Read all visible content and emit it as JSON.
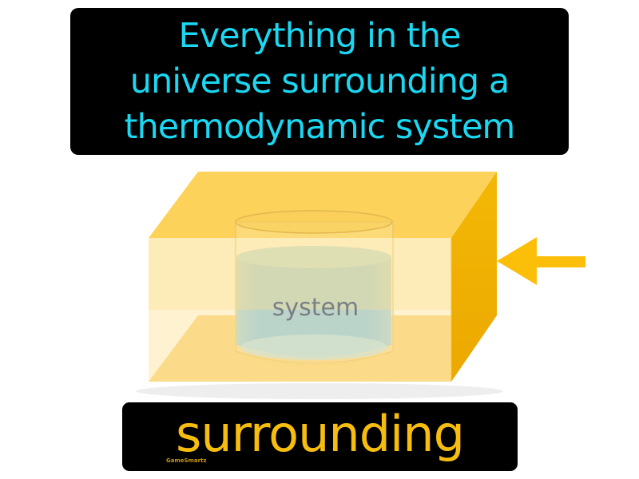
{
  "definition": {
    "lines": [
      "Everything in the",
      "universe surrounding a",
      "thermodynamic system"
    ],
    "text_color": "#1ad8f2",
    "background": "#000000"
  },
  "diagram": {
    "system_label": "system",
    "box_colors": {
      "top": "#fcd25a",
      "front": "#fde08a",
      "side": "#f2b705",
      "floor": "#fad67e"
    },
    "water_color": "#84c9f0",
    "arrow_color": "#fbbf0a",
    "arrow_direction": "left"
  },
  "term": {
    "word": "surrounding",
    "text_color": "#f6bd0f",
    "brand": "GameSmartz"
  }
}
